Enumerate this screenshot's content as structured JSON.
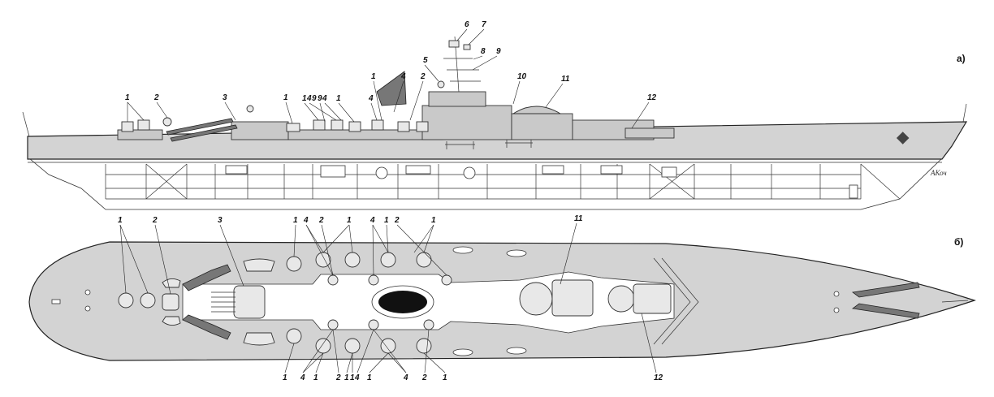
{
  "views": [
    {
      "id": "side",
      "label": "а)"
    },
    {
      "id": "top",
      "label": "б)"
    }
  ],
  "callouts": {
    "side": [
      "6",
      "7",
      "9",
      "8",
      "9",
      "5",
      "10",
      "11",
      "4",
      "2",
      "1",
      "12",
      "1",
      "2",
      "3",
      "1",
      "1",
      "4",
      "9",
      "4",
      "1",
      "4"
    ],
    "top_upper": [
      "1",
      "2",
      "3",
      "1",
      "4",
      "2",
      "1",
      "4",
      "1",
      "2",
      "1",
      "11"
    ],
    "top_lower": [
      "1",
      "4",
      "1",
      "2",
      "1",
      "1",
      "4",
      "1",
      "4",
      "2",
      "1",
      "12"
    ]
  },
  "signature": "АКоч"
}
